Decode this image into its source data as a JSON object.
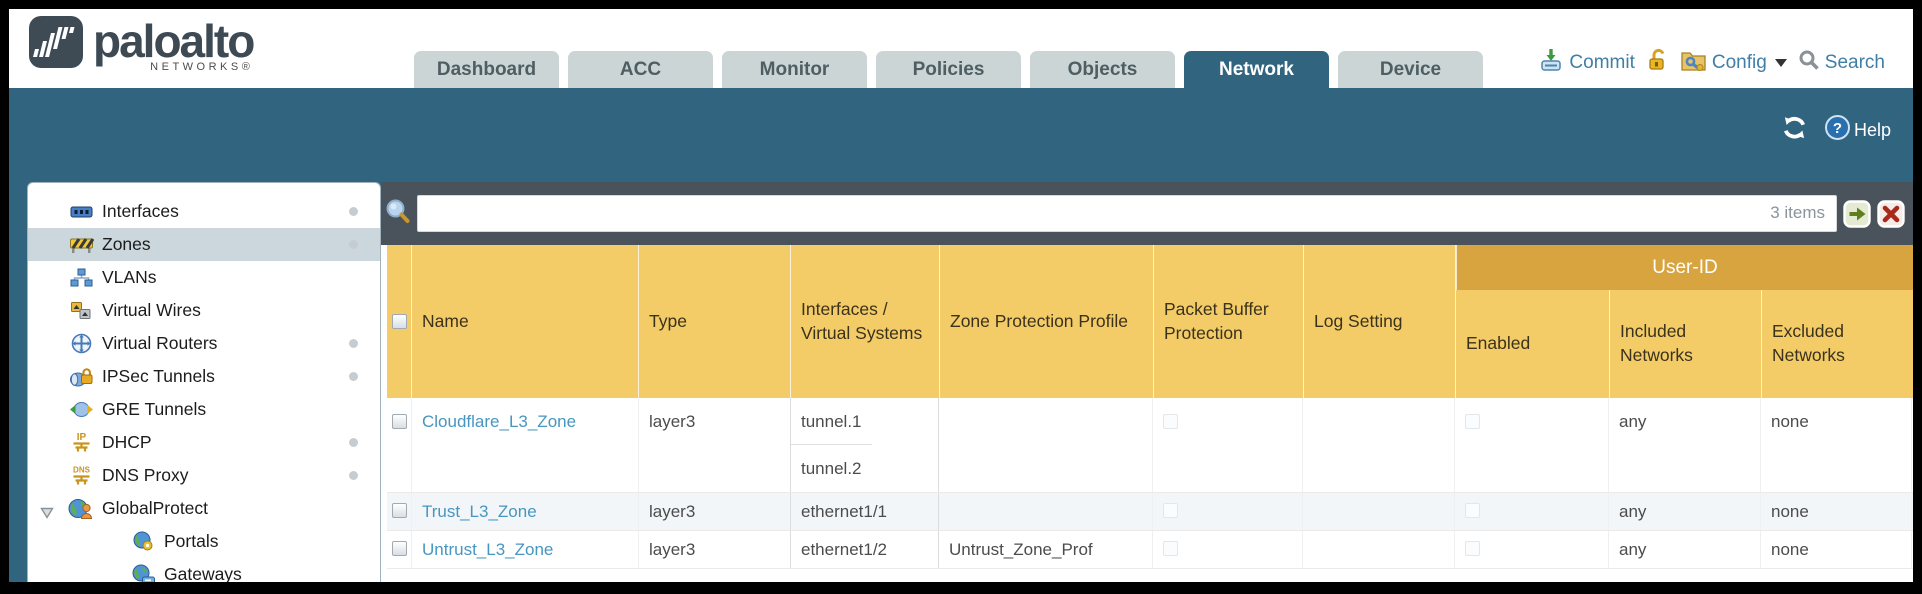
{
  "brand": {
    "name": "paloalto",
    "subtitle": "NETWORKS®",
    "logo_icon": "paloalto-pulse-icon"
  },
  "nav": {
    "tabs": [
      {
        "label": "Dashboard",
        "active": false
      },
      {
        "label": "ACC",
        "active": false
      },
      {
        "label": "Monitor",
        "active": false
      },
      {
        "label": "Policies",
        "active": false
      },
      {
        "label": "Objects",
        "active": false
      },
      {
        "label": "Network",
        "active": true
      },
      {
        "label": "Device",
        "active": false
      }
    ]
  },
  "utility": {
    "commit_label": "Commit",
    "commit_icon": "commit-icon",
    "lock_icon": "lock-icon",
    "config_label": "Config",
    "config_icon": "config-icon",
    "search_label": "Search",
    "search_icon": "search-icon"
  },
  "subheader": {
    "refresh_icon": "refresh-icon",
    "help_icon": "help-icon",
    "help_label": "Help"
  },
  "sidebar": {
    "items": [
      {
        "label": "Interfaces",
        "icon": "interfaces-icon",
        "dot": true,
        "selected": false
      },
      {
        "label": "Zones",
        "icon": "zones-icon",
        "dot": true,
        "selected": true
      },
      {
        "label": "VLANs",
        "icon": "vlans-icon",
        "dot": false,
        "selected": false
      },
      {
        "label": "Virtual Wires",
        "icon": "virtual-wires-icon",
        "dot": false,
        "selected": false
      },
      {
        "label": "Virtual Routers",
        "icon": "virtual-routers-icon",
        "dot": true,
        "selected": false
      },
      {
        "label": "IPSec Tunnels",
        "icon": "ipsec-tunnels-icon",
        "dot": true,
        "selected": false
      },
      {
        "label": "GRE Tunnels",
        "icon": "gre-tunnels-icon",
        "dot": false,
        "selected": false
      },
      {
        "label": "DHCP",
        "icon": "dhcp-icon",
        "dot": true,
        "selected": false
      },
      {
        "label": "DNS Proxy",
        "icon": "dns-proxy-icon",
        "dot": true,
        "selected": false
      },
      {
        "label": "GlobalProtect",
        "icon": "globalprotect-icon",
        "dot": false,
        "selected": false,
        "expanded": true
      },
      {
        "label": "Portals",
        "icon": "portals-icon",
        "dot": false,
        "selected": false,
        "child": true
      },
      {
        "label": "Gateways",
        "icon": "gateways-icon",
        "dot": false,
        "selected": false,
        "child": true
      }
    ]
  },
  "toolbar": {
    "filter_value": "",
    "items_count": "3 items",
    "magnifier_icon": "filter-search-icon",
    "apply_icon": "apply-filter-arrow-icon",
    "clear_icon": "clear-filter-x-icon"
  },
  "table": {
    "group_header": "User-ID",
    "columns": [
      "",
      "Name",
      "Type",
      "Interfaces / Virtual Systems",
      "Zone Protection Profile",
      "Packet Buffer Protection",
      "Log Setting",
      "Enabled",
      "Included Networks",
      "Excluded Networks"
    ],
    "rows": [
      {
        "name": "Cloudflare_L3_Zone",
        "type": "layer3",
        "interfaces": [
          "tunnel.1",
          "tunnel.2"
        ],
        "zone_protection_profile": "",
        "packet_buffer_protection": false,
        "log_setting": "",
        "user_id_enabled": false,
        "included_networks": "any",
        "excluded_networks": "none"
      },
      {
        "name": "Trust_L3_Zone",
        "type": "layer3",
        "interfaces": [
          "ethernet1/1"
        ],
        "zone_protection_profile": "",
        "packet_buffer_protection": false,
        "log_setting": "",
        "user_id_enabled": false,
        "included_networks": "any",
        "excluded_networks": "none"
      },
      {
        "name": "Untrust_L3_Zone",
        "type": "layer3",
        "interfaces": [
          "ethernet1/2"
        ],
        "zone_protection_profile": "Untrust_Zone_Prof",
        "packet_buffer_protection": false,
        "log_setting": "",
        "user_id_enabled": false,
        "included_networks": "any",
        "excluded_networks": "none"
      }
    ]
  },
  "colors": {
    "teal_band": "#31657f",
    "slate_toolbar": "#4a535c",
    "header_yellow": "#f3cc67",
    "user_id_gold": "#d8a440",
    "link_blue": "#4796bf",
    "utility_blue": "#3f7ea7",
    "tab_inactive": "#cbd5d6",
    "selected_sidebar": "#ccd6dd"
  }
}
